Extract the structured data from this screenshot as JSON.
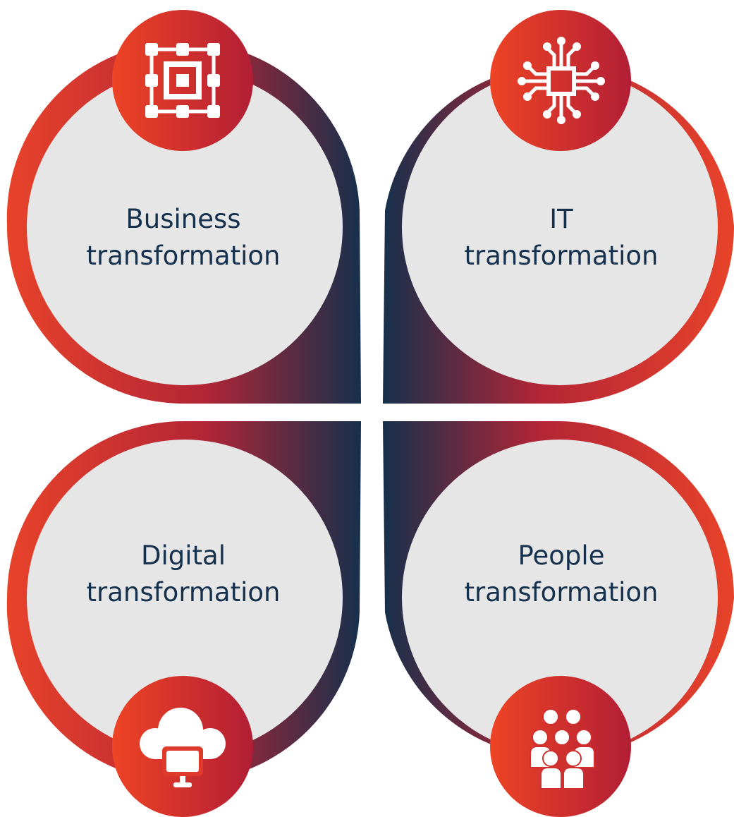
{
  "colors": {
    "ring_red": "#e8432a",
    "ring_crimson": "#b72033",
    "ring_navy": "#16304c",
    "circle_fill": "#e6e6e6",
    "text_navy": "#15304d",
    "icon_white": "#ffffff"
  },
  "quadrants": [
    {
      "line1": "Business",
      "line2": "transformation",
      "icon": "network-grid-icon"
    },
    {
      "line1": "IT",
      "line2": "transformation",
      "icon": "circuit-chip-icon"
    },
    {
      "line1": "Digital",
      "line2": "transformation",
      "icon": "cloud-computer-icon"
    },
    {
      "line1": "People",
      "line2": "transformation",
      "icon": "people-group-icon"
    }
  ]
}
